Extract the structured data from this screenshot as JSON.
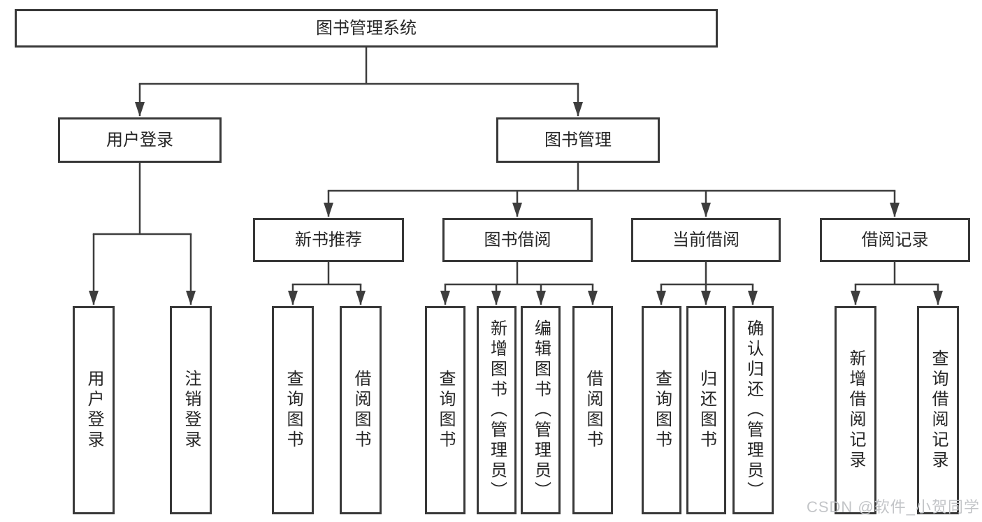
{
  "diagram": {
    "root": {
      "label": "图书管理系统"
    },
    "user_login": {
      "label": "用户登录",
      "children": [
        {
          "label": "用户登录"
        },
        {
          "label": "注销登录"
        }
      ]
    },
    "book_mgmt": {
      "label": "图书管理",
      "sections": [
        {
          "label": "新书推荐",
          "children": [
            {
              "label": "查询图书"
            },
            {
              "label": "借阅图书"
            }
          ]
        },
        {
          "label": "图书借阅",
          "children": [
            {
              "label": "查询图书"
            },
            {
              "label": "新增图书（管理员）"
            },
            {
              "label": "编辑图书（管理员）"
            },
            {
              "label": "借阅图书"
            }
          ]
        },
        {
          "label": "当前借阅",
          "children": [
            {
              "label": "查询图书"
            },
            {
              "label": "归还图书"
            },
            {
              "label": "确认归还（管理员）"
            }
          ]
        },
        {
          "label": "借阅记录",
          "children": [
            {
              "label": "新增借阅记录"
            },
            {
              "label": "查询借阅记录"
            }
          ]
        }
      ]
    }
  },
  "watermark": {
    "text": "CSDN @软件_小贺同学"
  },
  "colors": {
    "line": "#3d3d3d",
    "border": "#383838",
    "text": "#262626",
    "watermark": "#c3c5c8",
    "background": "#ffffff"
  }
}
